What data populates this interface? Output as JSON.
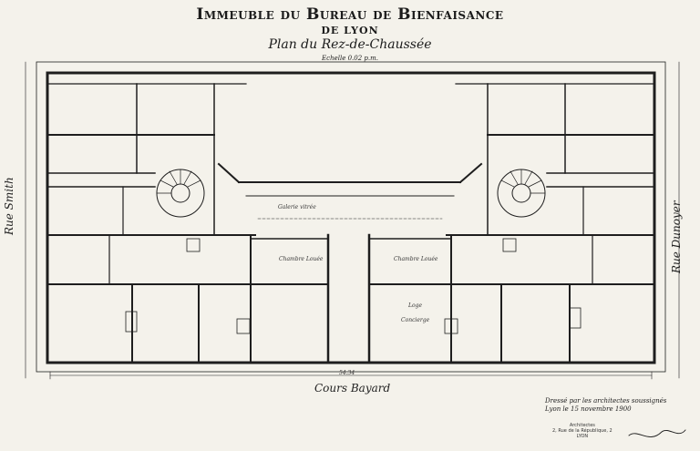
{
  "title": {
    "main": "Immeuble du Bureau de Bienfaisance",
    "city": "DE LYON",
    "subtitle": "Plan du Rez-de-Chaussée",
    "scale": "Echelle 0.02 p.m."
  },
  "streets": {
    "left": "Rue Smith",
    "right": "Rue Dunoyer",
    "bottom": "Cours Bayard"
  },
  "rooms": {
    "chambre_left": "Chambre Louée",
    "chambre_right": "Chambre Louée",
    "loge": "Loge",
    "concierge": "Concierge",
    "galerie": "Galerie vitrée"
  },
  "dimensions": {
    "overall": "54.34"
  },
  "note": {
    "line1": "Dressé par les architectes soussignés",
    "line2": "Lyon le 15 novembre 1900"
  },
  "stamp": {
    "line1": "Architectes",
    "line2": "2, Rue de la République, 2",
    "line3": "LYON"
  },
  "colors": {
    "ink": "#1e1e1e",
    "paper": "#f4f2eb"
  }
}
